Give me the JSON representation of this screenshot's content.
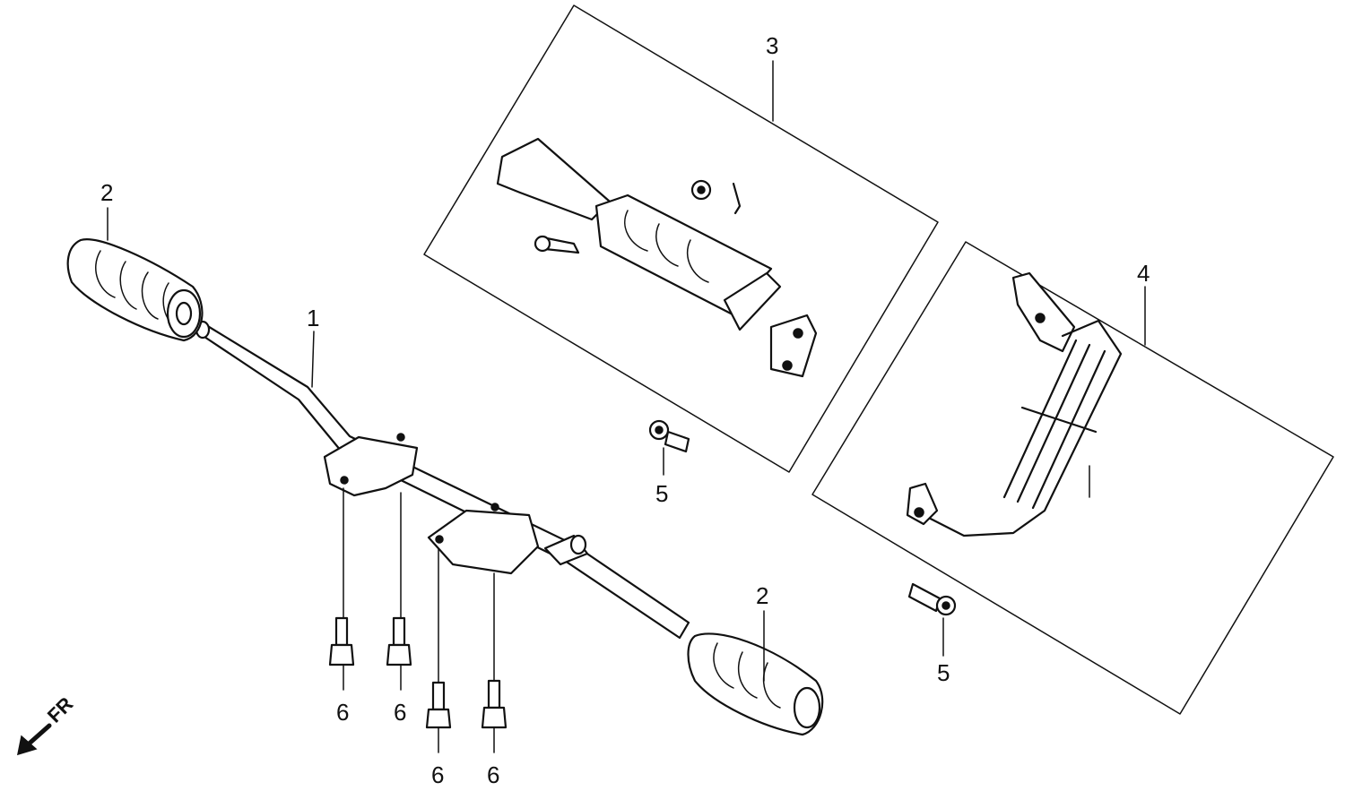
{
  "callouts": {
    "c1": "1",
    "c2a": "2",
    "c2b": "2",
    "c3": "3",
    "c4": "4",
    "c5a": "5",
    "c5b": "5",
    "c6a": "6",
    "c6b": "6",
    "c6c": "6",
    "c6d": "6"
  },
  "direction": {
    "label": "FR",
    "icon": "arrow-down-left-icon"
  },
  "colors": {
    "line": "#111111",
    "background": "#ffffff"
  }
}
